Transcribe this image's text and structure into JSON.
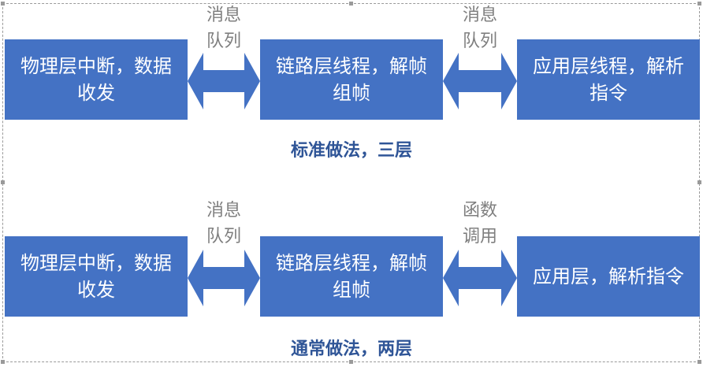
{
  "rows": [
    {
      "boxes": [
        {
          "line1": "物理层中断，数据",
          "line2": "收发"
        },
        {
          "line1": "链路层线程，解帧",
          "line2": "组帧"
        },
        {
          "line1": "应用层线程，解析",
          "line2": "指令"
        }
      ],
      "links": [
        {
          "line1": "消息",
          "line2": "队列"
        },
        {
          "line1": "消息",
          "line2": "队列"
        }
      ],
      "caption": "标准做法，三层"
    },
    {
      "boxes": [
        {
          "line1": "物理层中断，数据",
          "line2": "收发"
        },
        {
          "line1": "链路层线程，解帧",
          "line2": "组帧"
        },
        {
          "line1": "应用层，解析指令",
          "line2": ""
        }
      ],
      "links": [
        {
          "line1": "消息",
          "line2": "队列"
        },
        {
          "line1": "函数",
          "line2": "调用"
        }
      ],
      "caption": "通常做法，两层"
    }
  ],
  "colors": {
    "box": "#4472c4",
    "arrow": "#4472c4",
    "caption": "#2f5597",
    "link_text": "#7f7f7f"
  }
}
